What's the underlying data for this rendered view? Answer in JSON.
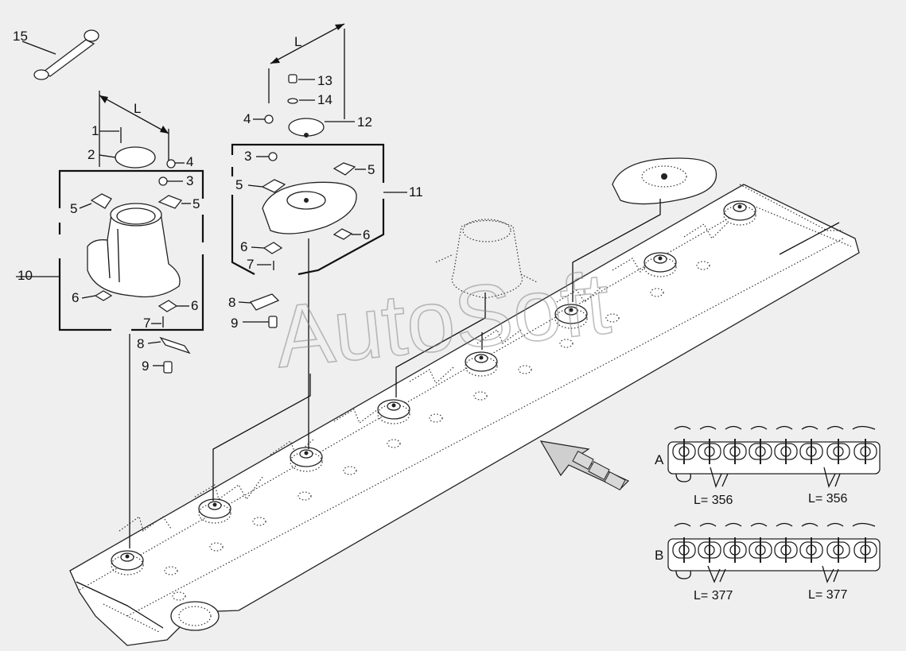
{
  "watermark": "AutoSoft",
  "callouts": {
    "c1": "1",
    "c2": "2",
    "c3a": "3",
    "c3b": "3",
    "c4a": "4",
    "c4b": "4",
    "c5a": "5",
    "c5b": "5",
    "c5c": "5",
    "c5d": "5",
    "c6a": "6",
    "c6b": "6",
    "c6c": "6",
    "c6d": "6",
    "c7a": "7",
    "c7b": "7",
    "c8a": "8",
    "c8b": "8",
    "c9a": "9",
    "c9b": "9",
    "c10": "10",
    "c11": "11",
    "c12": "12",
    "c13": "13",
    "c14": "14",
    "c15": "15"
  },
  "dimensions": {
    "left_L": "L",
    "right_L": "L"
  },
  "variants": {
    "a": {
      "label": "A",
      "length_left": "L= 356",
      "length_right": "L= 356"
    },
    "b": {
      "label": "B",
      "length_left": "L= 377",
      "length_right": "L= 377"
    }
  }
}
